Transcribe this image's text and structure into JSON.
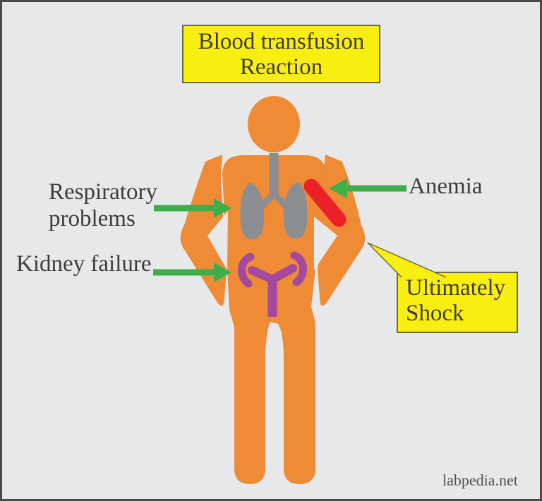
{
  "title": {
    "line1": "Blood transfusion",
    "line2": "Reaction"
  },
  "labels": {
    "respiratory": {
      "line1": "Respiratory",
      "line2": "problems"
    },
    "kidney_failure": "Kidney failure",
    "anemia": "Anemia",
    "shock": {
      "line1": "Ultimately",
      "line2": "Shock"
    }
  },
  "watermark": "labpedia.net",
  "figure": {
    "description": "human-body-silhouette-with-organs",
    "organs": [
      "trachea",
      "lungs",
      "kidneys",
      "blood-vessel"
    ],
    "icons": [
      "respiratory-arrow-icon",
      "kidney-arrow-icon",
      "anemia-arrow-icon",
      "shock-callout-tail"
    ]
  },
  "colors": {
    "background": "#e7e8e9",
    "frame_border": "#48494b",
    "body_orange": "#ef8a35",
    "organ_gray": "#8a8e92",
    "kidney_purple": "#a3499e",
    "arrow_green": "#3fae4a",
    "blood_red": "#ec2127",
    "highlight_yellow": "#f8ee10",
    "box_border": "#6a6a45",
    "text_dark": "#3e3c3e",
    "watermark_gray": "#505254"
  }
}
